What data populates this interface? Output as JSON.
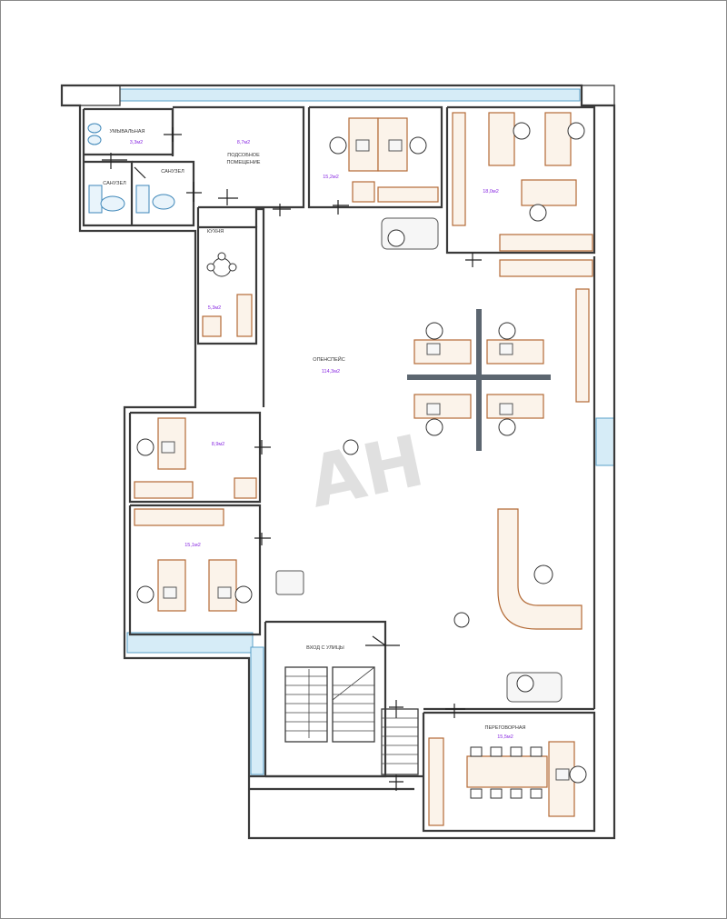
{
  "plan": {
    "watermark": "AH",
    "rooms": [
      {
        "id": "washroom",
        "label": "УМЫВАЛЬНАЯ",
        "area": "3,3м2"
      },
      {
        "id": "wc1",
        "label": "САНУЗЕЛ",
        "area": ""
      },
      {
        "id": "wc2",
        "label": "САНУЗЕЛ",
        "area": ""
      },
      {
        "id": "utility",
        "label": "ПОДСОБНОЕ ПОМЕЩЕНИЕ",
        "label_line1": "ПОДСОБНОЕ",
        "label_line2": "ПОМЕЩЕНИЕ",
        "area": "8,7м2"
      },
      {
        "id": "office-top-mid",
        "label": "",
        "area": "15,2м2"
      },
      {
        "id": "office-top-right",
        "label": "",
        "area": "18,0м2"
      },
      {
        "id": "kitchen",
        "label": "КУХНЯ",
        "area": "5,3м2"
      },
      {
        "id": "open-space",
        "label": "ОПЕНСПЕЙС",
        "area": "114,3м2"
      },
      {
        "id": "office-left-1",
        "label": "",
        "area": "8,9м2"
      },
      {
        "id": "office-left-2",
        "label": "",
        "area": "15,1м2"
      },
      {
        "id": "entrance",
        "label": "ВХОД С УЛИЦЫ",
        "area": ""
      },
      {
        "id": "meeting",
        "label": "ПЕРЕГОВОРНАЯ",
        "area": "15,5м2"
      }
    ]
  }
}
